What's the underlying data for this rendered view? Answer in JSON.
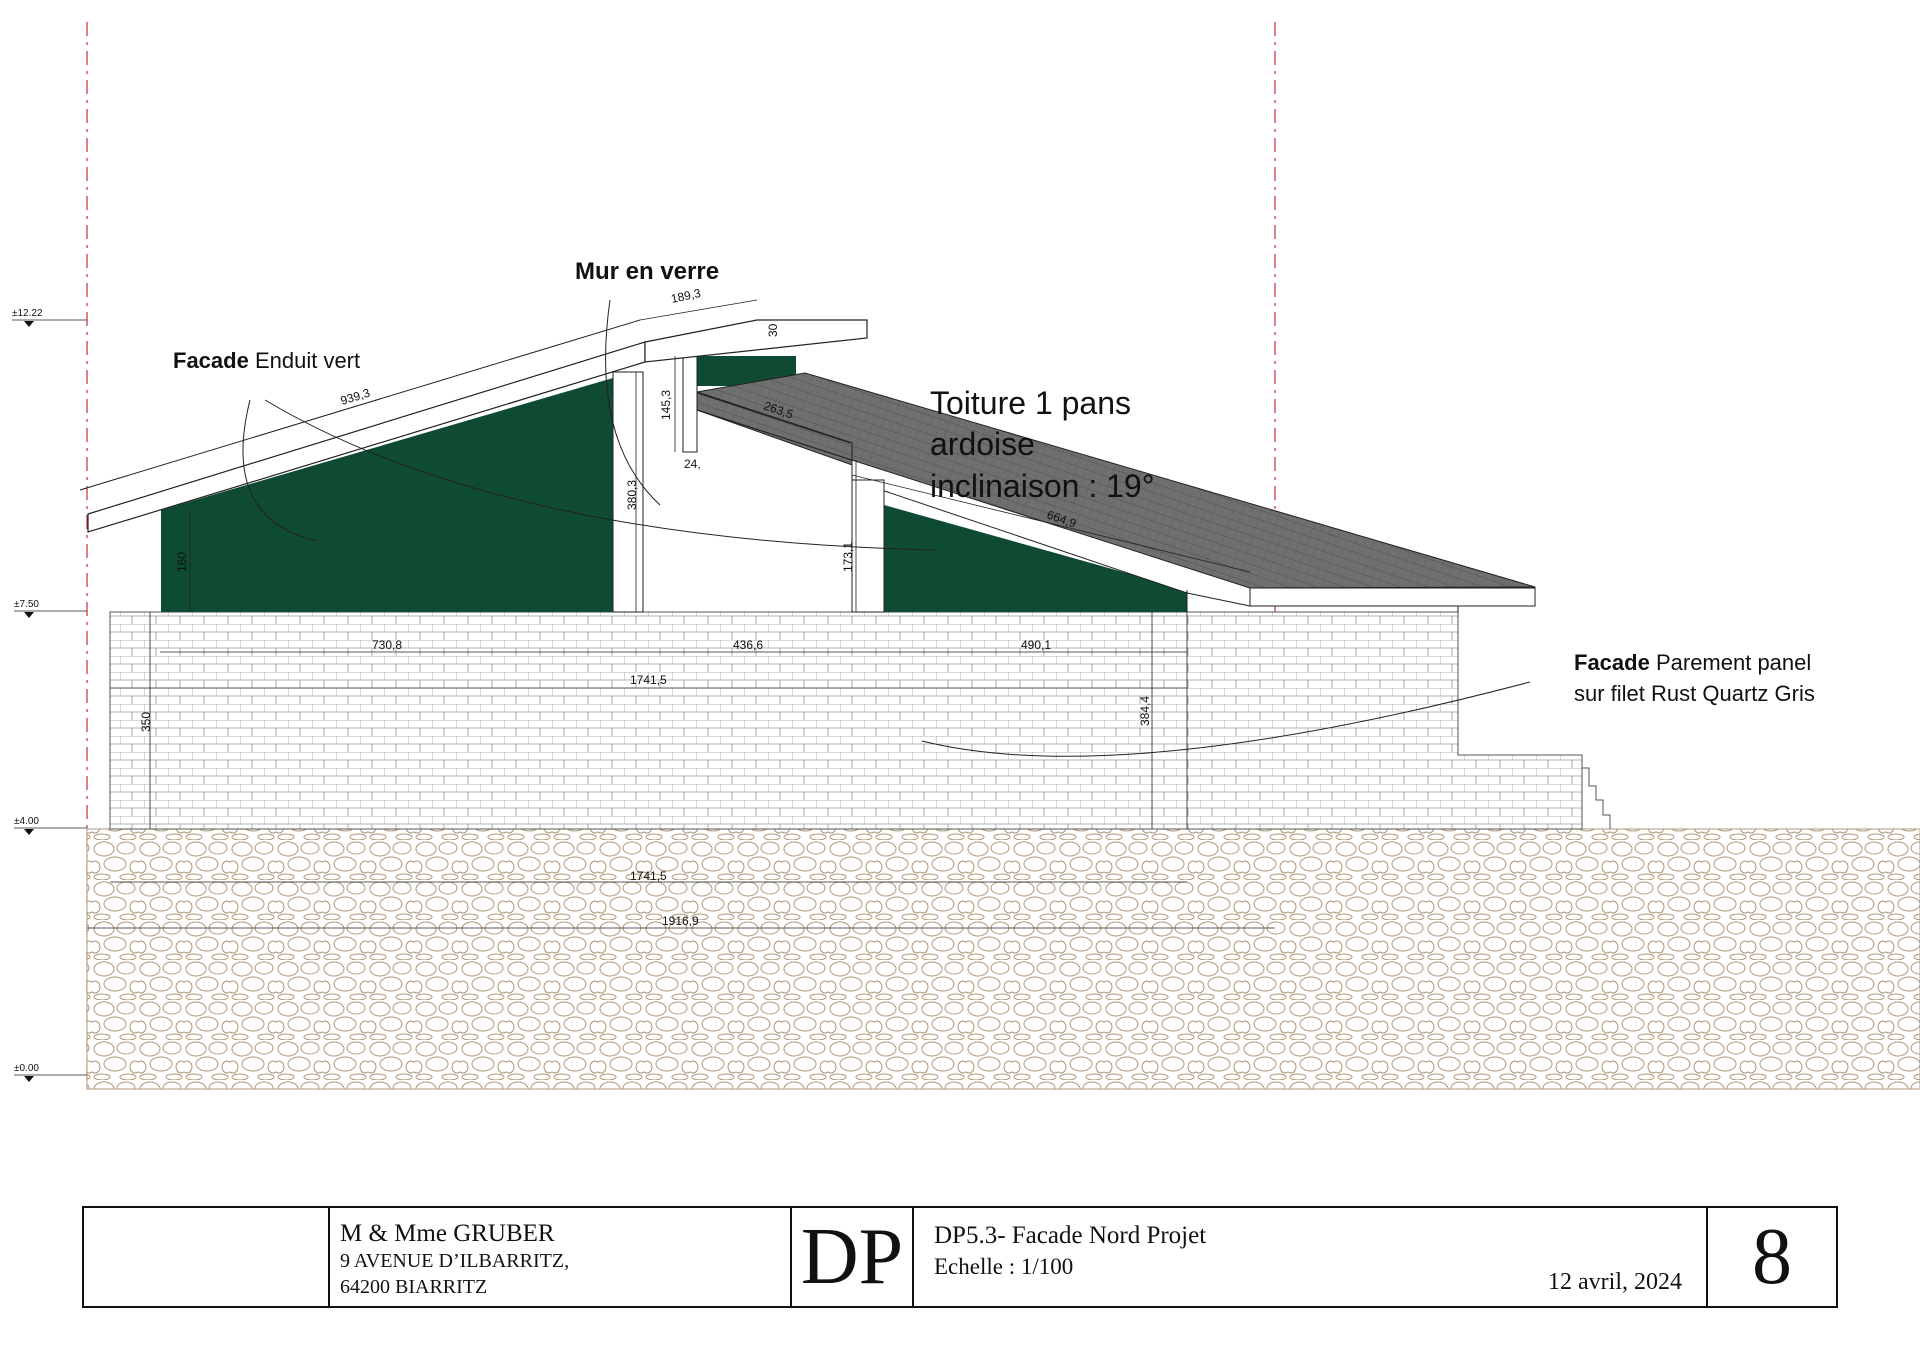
{
  "labels": {
    "mur_en_verre": "Mur en verre",
    "facade_left_bold": "Facade",
    "facade_left_rest": "Enduit vert",
    "roof_line1": "Toiture 1 pans",
    "roof_line2": "ardoise",
    "roof_line3": "inclinaison : 19°",
    "facade_right_bold": "Facade",
    "facade_right_rest": "Parement panel",
    "facade_right_line2": "sur filet Rust Quartz Gris"
  },
  "levels": {
    "l1222": "±12.22",
    "l750": "±7.50",
    "l400": "±4.00",
    "l000": "±0.00"
  },
  "dimensions": {
    "d189_3": "189,3",
    "d30": "30",
    "d939_3": "939,3",
    "d145_3": "145,3",
    "d263_5": "263,5",
    "d24": "24,",
    "d380_3": "380,3",
    "d160": "160",
    "d173_1": "173,1",
    "d664_9": "664,9",
    "d730_8": "730,8",
    "d436_6": "436,6",
    "d490_1": "490,1",
    "d1741_5a": "1741,5",
    "d350": "350",
    "d384_4": "384,4",
    "d1741_5b": "1741,5",
    "d1916_9": "1916,9"
  },
  "titleblock": {
    "client_name": "M & Mme   GRUBER",
    "address1": "9 AVENUE D’ILBARRITZ,",
    "address2": "64200 BIARRITZ",
    "logo": "DP",
    "drawing_title": "DP5.3- Facade Nord Projet",
    "scale": "Echelle : 1/100",
    "date": "12 avril,  2024",
    "page_number": "8"
  },
  "colors": {
    "render_green": "#0f4a33",
    "slate_roof": "#6b6e6b",
    "stone_outline": "#b09878",
    "axis_red": "#c0303a"
  }
}
